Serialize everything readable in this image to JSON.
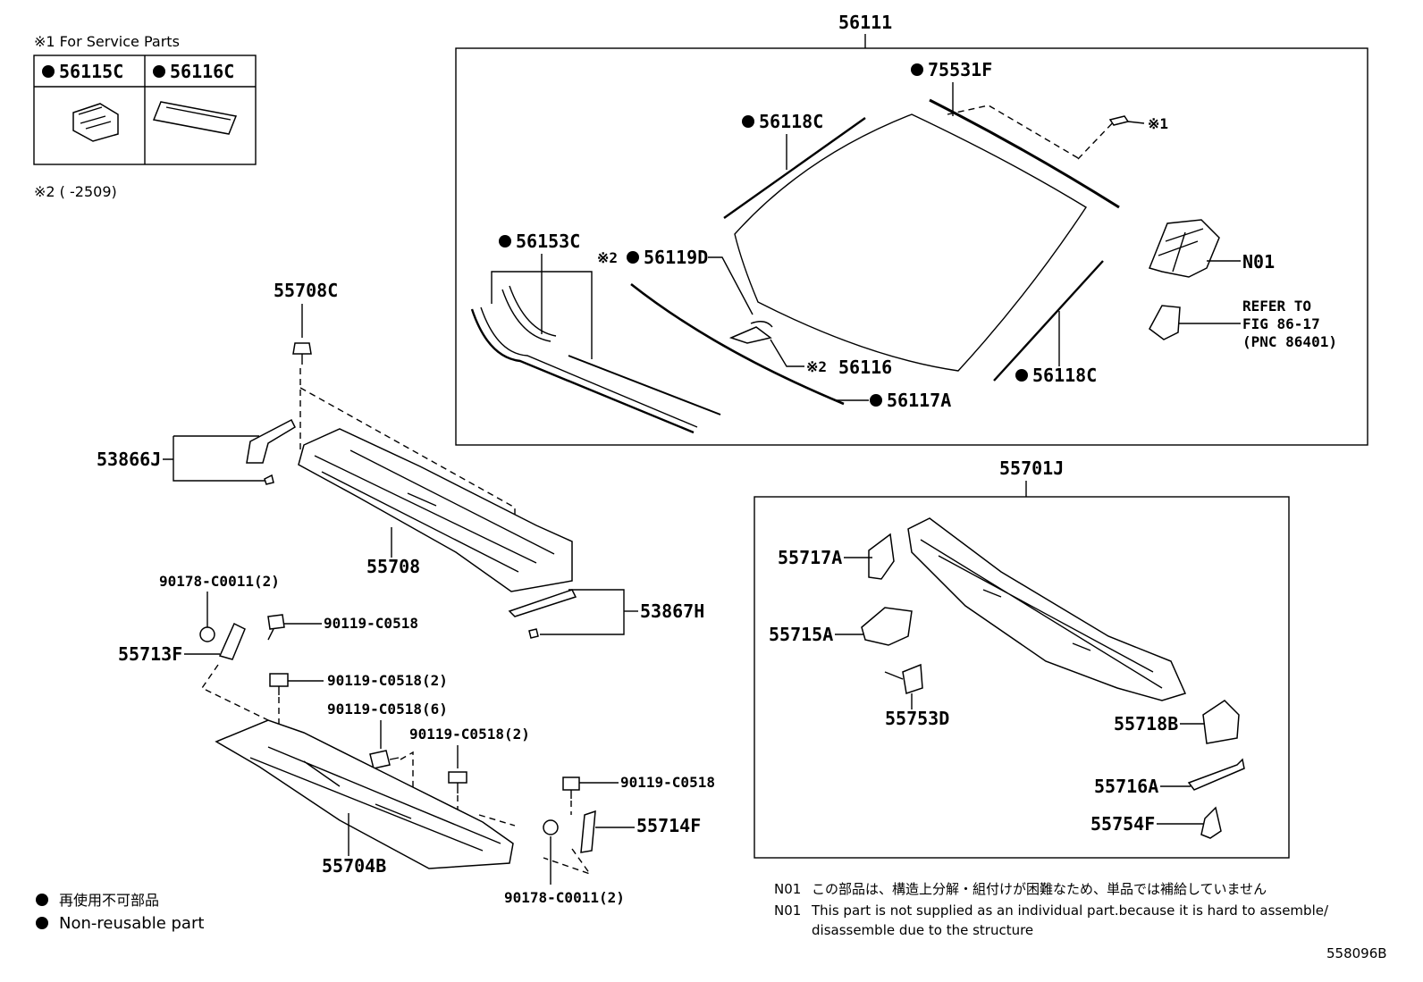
{
  "service_note": {
    "title": "※1 For Service Parts",
    "col1": "56115C",
    "col2": "56116C"
  },
  "note2": "※2 (      -2509)",
  "labels": {
    "p56111": "56111",
    "p75531F": "75531F",
    "p56118C_top": "56118C",
    "p56118C_bot": "56118C",
    "p56153C": "56153C",
    "p56119D": "56119D",
    "p56116": "56116",
    "p56117A": "56117A",
    "mark1": "※1",
    "mark2a": "※2",
    "mark2b": "※2",
    "N01": "N01",
    "refer1": "REFER TO",
    "refer2": "FIG 86-17",
    "refer3": "(PNC 86401)",
    "p55708C": "55708C",
    "p53866J": "53866J",
    "p55708": "55708",
    "p53867H": "53867H",
    "p90178a": "90178-C0011(2)",
    "p90119a": "90119-C0518",
    "p55713F": "55713F",
    "p90119b": "90119-C0518(2)",
    "p90119c": "90119-C0518(6)",
    "p90119d": "90119-C0518(2)",
    "p90119e": "90119-C0518",
    "p55714F": "55714F",
    "p55704B": "55704B",
    "p90178b": "90178-C0011(2)",
    "p55701J": "55701J",
    "p55717A": "55717A",
    "p55715A": "55715A",
    "p55753D": "55753D",
    "p55718B": "55718B",
    "p55716A": "55716A",
    "p55754F": "55754F"
  },
  "legend": {
    "jp": "再使用不可部品",
    "en": "Non-reusable part"
  },
  "footnote": {
    "code1": "N01",
    "jp": "この部品は、構造上分解・組付けが困難なため、単品では補給していません",
    "code2": "N01",
    "en1": "This part is not supplied as an individual part.because it is hard to assemble/",
    "en2": "disassemble due to the structure"
  },
  "figure_id": "558096B"
}
